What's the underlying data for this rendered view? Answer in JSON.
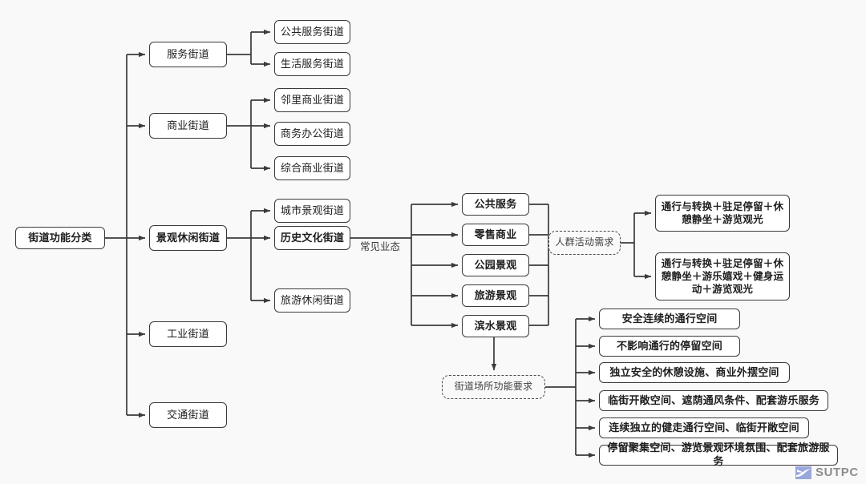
{
  "diagram": {
    "title": "街道功能分类",
    "background_color": "#f9f9f9",
    "line_color": "#3a3a3a",
    "box_fill": "#ffffff"
  },
  "root": {
    "label": "街道功能分类"
  },
  "level1": [
    {
      "label": "服务街道"
    },
    {
      "label": "商业街道"
    },
    {
      "label": "景观休闲街道"
    },
    {
      "label": "工业街道"
    },
    {
      "label": "交通街道"
    }
  ],
  "level2": {
    "service": [
      {
        "label": "公共服务街道"
      },
      {
        "label": "生活服务街道"
      }
    ],
    "commercial": [
      {
        "label": "邻里商业街道"
      },
      {
        "label": "商务办公街道"
      },
      {
        "label": "综合商业街道"
      }
    ],
    "landscape": [
      {
        "label": "城市景观街道"
      },
      {
        "label": "历史文化街道"
      },
      {
        "label": "旅游休闲街道"
      }
    ]
  },
  "connector_labels": {
    "common_formats": "常见业态"
  },
  "formats": [
    {
      "label": "公共服务"
    },
    {
      "label": "零售商业"
    },
    {
      "label": "公园景观"
    },
    {
      "label": "旅游景观"
    },
    {
      "label": "滨水景观"
    }
  ],
  "crowd_demand": {
    "label": "人群活动需求"
  },
  "demand_outcomes": [
    {
      "label": "通行与转换＋驻足停留＋休憩静坐＋游览观光"
    },
    {
      "label": "通行与转换＋驻足停留＋休憩静坐＋游乐嬉戏＋健身运动＋游览观光"
    }
  ],
  "place_requirement": {
    "label": "街道场所功能要求"
  },
  "requirements": [
    {
      "label": "安全连续的通行空间"
    },
    {
      "label": "不影响通行的停留空间"
    },
    {
      "label": "独立安全的休憩设施、商业外摆空间"
    },
    {
      "label": "临街开敞空间、遮荫通风条件、配套游乐服务"
    },
    {
      "label": "连续独立的健走通行空间、临街开敞空间"
    },
    {
      "label": "停留聚集空间、游览景观环境氛围、配套旅游服务"
    }
  ],
  "watermark": {
    "brand": "SUTPC",
    "mark_color": "#9aa7dd",
    "text_color": "#8d8d8d"
  }
}
